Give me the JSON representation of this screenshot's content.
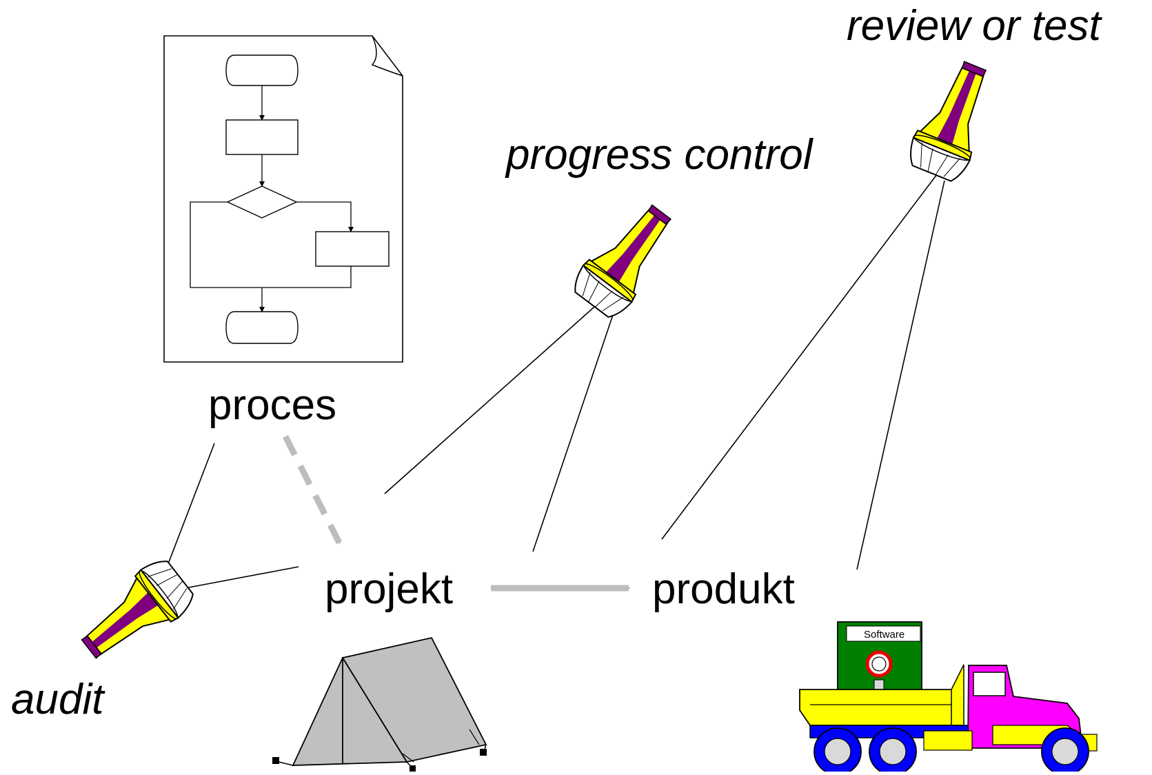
{
  "labels": {
    "review": "review or test",
    "progress": "progress control",
    "proces": "proces",
    "audit": "audit",
    "projekt": "projekt",
    "produkt": "produkt",
    "software": "Software"
  },
  "colors": {
    "flashlight_body": "#ffff00",
    "flashlight_stripe": "#800080",
    "arrow_gray": "#bdbdbd",
    "tent": "#c0c0c0",
    "truck_yellow": "#ffff00",
    "truck_magenta": "#ff00ff",
    "truck_blue": "#0000ff",
    "wheel_hub": "#d9d9d9",
    "cargo_green": "#008000",
    "gauge_red": "#e60000"
  },
  "icons": {
    "flowchart": "flowchart-document-icon",
    "flashlight": "flashlight-icon",
    "tent": "tent-icon",
    "truck": "software-truck-icon"
  }
}
